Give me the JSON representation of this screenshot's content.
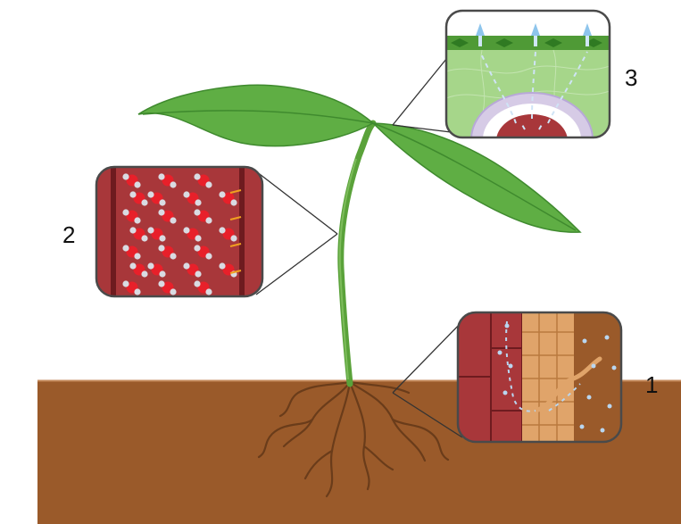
{
  "labels": {
    "root_inset": "1",
    "stem_inset": "2",
    "leaf_inset": "3"
  },
  "colors": {
    "soil": "#9a5a2a",
    "soil_edge": "#c58a5c",
    "stem": "#5aa23a",
    "leaf": "#5fae44",
    "leaf_dark": "#3f8a2e",
    "root": "#6a3c1a",
    "xylem_dark": "#a8373a",
    "cell_orange": "#e0a46a",
    "water_dot": "#b9d6f0",
    "oxygen_red": "#e8202a",
    "hydrogen_grey": "#d9dbe2",
    "inset_frame": "#4a4a4a"
  }
}
